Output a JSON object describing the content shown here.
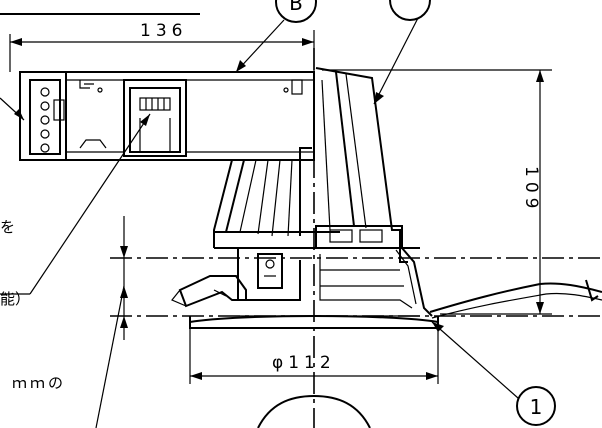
{
  "dimensions": {
    "width_label": "136",
    "height_label": "109",
    "diameter_label": "φ112"
  },
  "callouts": {
    "part_1": "1",
    "part_b": "B"
  },
  "notes": {
    "fragment_wo": "を",
    "fragment_nou": "能）",
    "fragment_mmno": "ｍｍの"
  }
}
